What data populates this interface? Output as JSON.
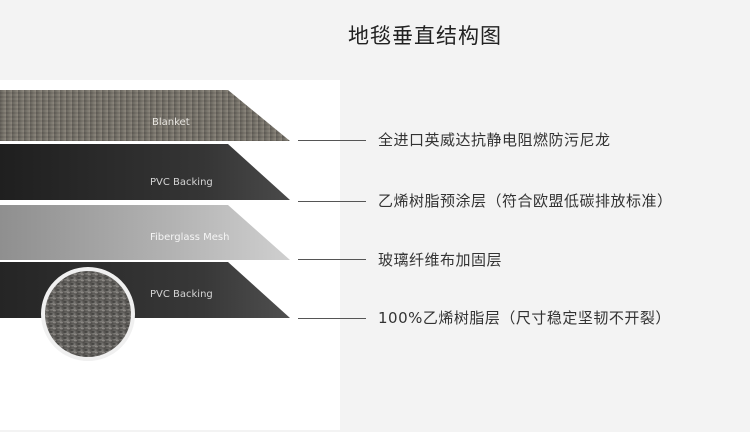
{
  "title": "地毯垂直结构图",
  "layers": [
    {
      "label": "Blanket",
      "description": "全进口英威达抗静电阻燃防污尼龙"
    },
    {
      "label": "PVC Backing",
      "description": "乙烯树脂预涂层（符合欧盟低碳排放标准）"
    },
    {
      "label": "Fiberglass Mesh",
      "description": "玻璃纤维布加固层"
    },
    {
      "label": "PVC Backing",
      "description": "100%乙烯树脂层（尺寸稳定坚韧不开裂）"
    }
  ],
  "colors": {
    "blanket": "#6e6a62",
    "pvc_backing": "#2b2b2b",
    "fiberglass": "#a8a8a8",
    "leader": "#555555"
  },
  "icons": [
    "texture-detail-circle"
  ]
}
